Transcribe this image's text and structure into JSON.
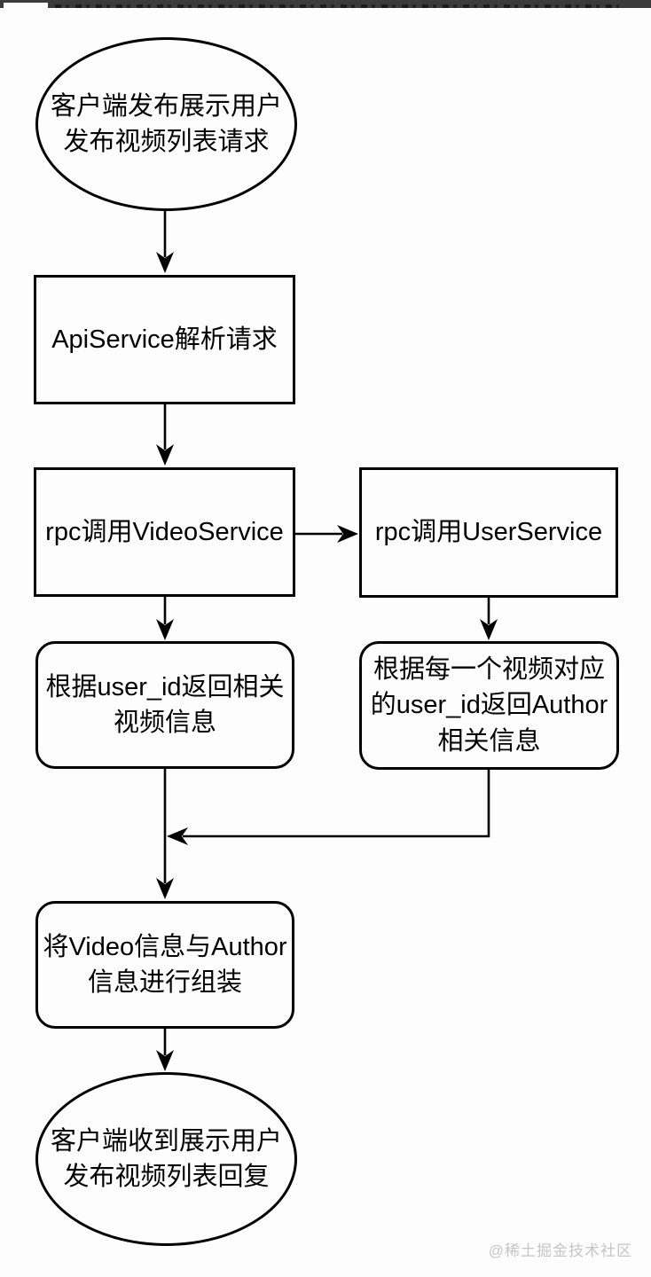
{
  "nodes": {
    "start": {
      "shape": "ellipse",
      "label": "客户端发布展示用户\n发布视频列表请求"
    },
    "api": {
      "shape": "rect",
      "label": "ApiService解析请求"
    },
    "rpc_video": {
      "shape": "rect",
      "label": "rpc调用VideoService"
    },
    "rpc_user": {
      "shape": "rect",
      "label": "rpc调用UserService"
    },
    "video": {
      "shape": "rounded",
      "label": "根据user_id返回相关\n视频信息"
    },
    "author": {
      "shape": "rounded",
      "label": "根据每一个视频对应\n的user_id返回Author\n相关信息"
    },
    "assemble": {
      "shape": "rounded",
      "label": "将Video信息与Author\n信息进行组装"
    },
    "end": {
      "shape": "ellipse",
      "label": "客户端收到展示用户\n发布视频列表回复"
    }
  },
  "edges": [
    {
      "from": "start",
      "to": "api"
    },
    {
      "from": "api",
      "to": "rpc_video"
    },
    {
      "from": "rpc_video",
      "to": "rpc_user"
    },
    {
      "from": "rpc_video",
      "to": "video"
    },
    {
      "from": "rpc_user",
      "to": "author"
    },
    {
      "from": "video",
      "to": "assemble"
    },
    {
      "from": "author",
      "to": "assemble"
    },
    {
      "from": "assemble",
      "to": "end"
    }
  ],
  "watermark": {
    "text": "@稀土掘金技术社区",
    "color": "#c5c5c5"
  },
  "colors": {
    "stroke": "#000000",
    "background": "#fdfdfd",
    "top_bar": "#3b3b3b"
  }
}
